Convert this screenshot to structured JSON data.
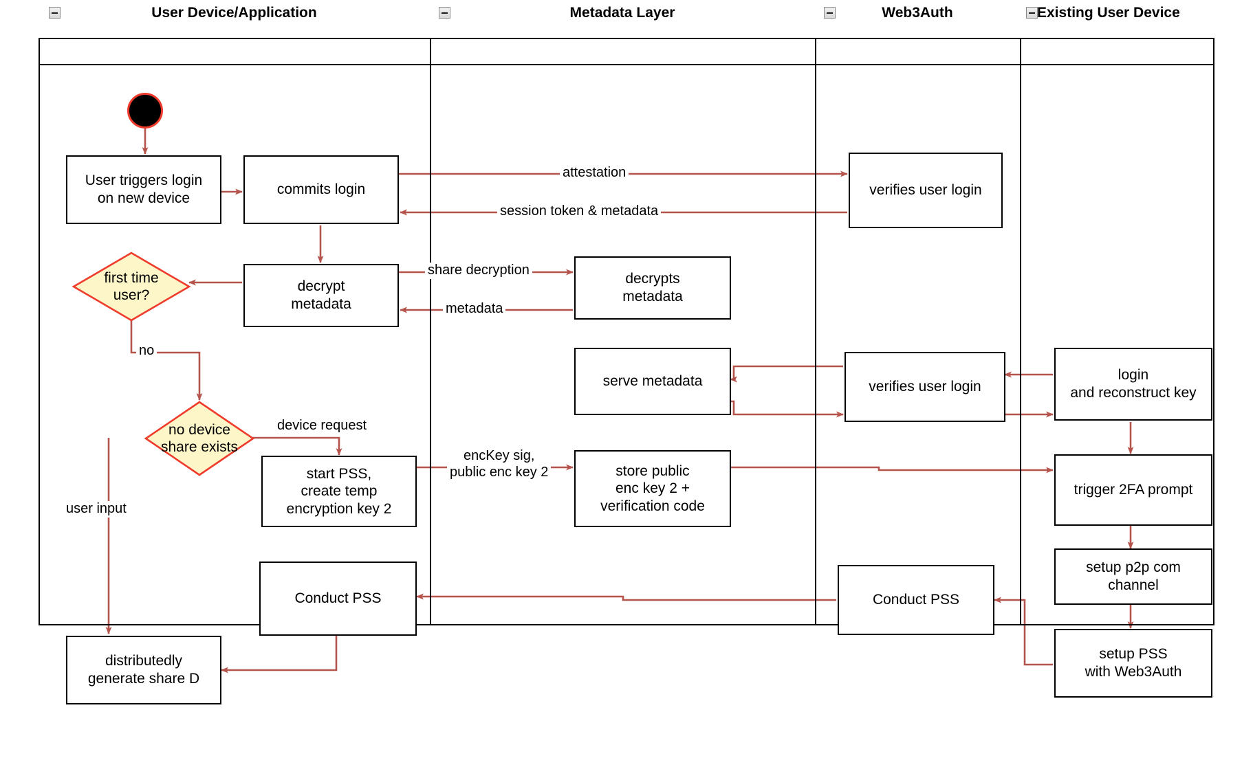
{
  "diagram": {
    "type": "swimlane-activity-diagram",
    "accent_edge_color": "#b5544c",
    "decision_fill_color": "#fdf6c9",
    "decision_border_color": "#ef3b2c",
    "node_border_color": "#000000",
    "start_node_fill": "#000000",
    "start_node_border": "#ef3b2c"
  },
  "lanes": [
    {
      "id": "user-device",
      "title": "User Device/Application",
      "collapse_icon": "minus-icon"
    },
    {
      "id": "metadata-layer",
      "title": "Metadata Layer",
      "collapse_icon": "minus-icon"
    },
    {
      "id": "web3auth",
      "title": "Web3Auth",
      "collapse_icon": "minus-icon"
    },
    {
      "id": "existing-user-device",
      "title": "Existing User Device",
      "collapse_icon": "minus-icon"
    }
  ],
  "nodes": [
    {
      "id": "start",
      "lane": "user-device",
      "shape": "start",
      "label": ""
    },
    {
      "id": "user-triggers-login",
      "lane": "user-device",
      "shape": "box",
      "label": "User triggers login\non new device"
    },
    {
      "id": "commits-login",
      "lane": "user-device",
      "shape": "box",
      "label": "commits login"
    },
    {
      "id": "verifies-user-login-1",
      "lane": "web3auth",
      "shape": "box",
      "label": "verifies user login"
    },
    {
      "id": "decrypt-metadata",
      "lane": "user-device",
      "shape": "box",
      "label": "decrypt\nmetadata"
    },
    {
      "id": "first-time-user",
      "lane": "user-device",
      "shape": "decision",
      "label": "first time\nuser?"
    },
    {
      "id": "decrypts-metadata",
      "lane": "metadata-layer",
      "shape": "box",
      "label": "decrypts\nmetadata"
    },
    {
      "id": "serve-metadata",
      "lane": "metadata-layer",
      "shape": "box",
      "label": "serve metadata"
    },
    {
      "id": "verifies-user-login-2",
      "lane": "web3auth",
      "shape": "box",
      "label": "verifies user login"
    },
    {
      "id": "login-and-reconstruct-key",
      "lane": "existing-user-device",
      "shape": "box",
      "label": "login\nand reconstruct key"
    },
    {
      "id": "no-device-share-exists",
      "lane": "user-device",
      "shape": "decision",
      "label": "no device\nshare exists"
    },
    {
      "id": "start-pss",
      "lane": "user-device",
      "shape": "box",
      "label": "start PSS,\ncreate temp\nencryption key 2"
    },
    {
      "id": "store-public-enc-key",
      "lane": "metadata-layer",
      "shape": "box",
      "label": "store public\nenc key 2 +\nverification code"
    },
    {
      "id": "trigger-2fa-prompt",
      "lane": "existing-user-device",
      "shape": "box",
      "label": "trigger 2FA prompt"
    },
    {
      "id": "setup-p2p-com-channel",
      "lane": "existing-user-device",
      "shape": "box",
      "label": "setup p2p com\nchannel"
    },
    {
      "id": "conduct-pss-user",
      "lane": "user-device",
      "shape": "box",
      "label": "Conduct PSS"
    },
    {
      "id": "conduct-pss-web3auth",
      "lane": "web3auth",
      "shape": "box",
      "label": "Conduct PSS"
    },
    {
      "id": "setup-pss-with-web3auth",
      "lane": "existing-user-device",
      "shape": "box",
      "label": "setup PSS\nwith Web3Auth"
    },
    {
      "id": "distributedly-generate-share-d",
      "lane": "user-device",
      "shape": "box",
      "label": "distributedly\ngenerate share D"
    }
  ],
  "edge_labels": [
    {
      "id": "attestation",
      "text": "attestation"
    },
    {
      "id": "session-token-metadata",
      "text": "session token & metadata"
    },
    {
      "id": "share-decryption",
      "text": "share decryption"
    },
    {
      "id": "metadata",
      "text": "metadata"
    },
    {
      "id": "no",
      "text": "no"
    },
    {
      "id": "device-request",
      "text": "device request"
    },
    {
      "id": "user-input",
      "text": "user input"
    },
    {
      "id": "enckey-sig",
      "text": "encKey sig,\npublic enc key 2"
    }
  ]
}
